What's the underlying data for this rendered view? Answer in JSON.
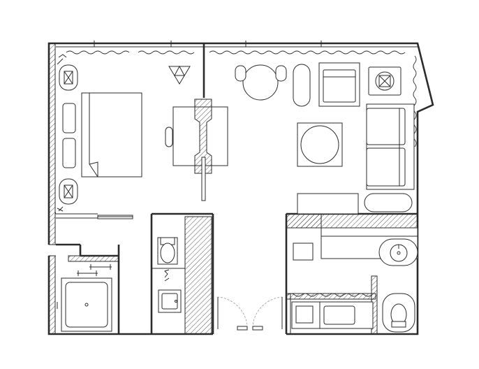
{
  "plan": {
    "title": "",
    "rooms": [
      "bedroom",
      "living-room",
      "bathroom",
      "toilet",
      "kitchen",
      "washroom"
    ],
    "colors": {
      "line": "#2b2b2b",
      "background": "#ffffff",
      "hatch": "#2b2b2b",
      "door_swing": "#9a9a9a"
    },
    "icons": [
      "tree-icon",
      "lamp-icon",
      "bed-icon",
      "sofa-icon",
      "armchair-icon",
      "table-icon",
      "toilet-icon",
      "sink-icon",
      "shower-icon",
      "door-icon",
      "window-icon"
    ]
  }
}
